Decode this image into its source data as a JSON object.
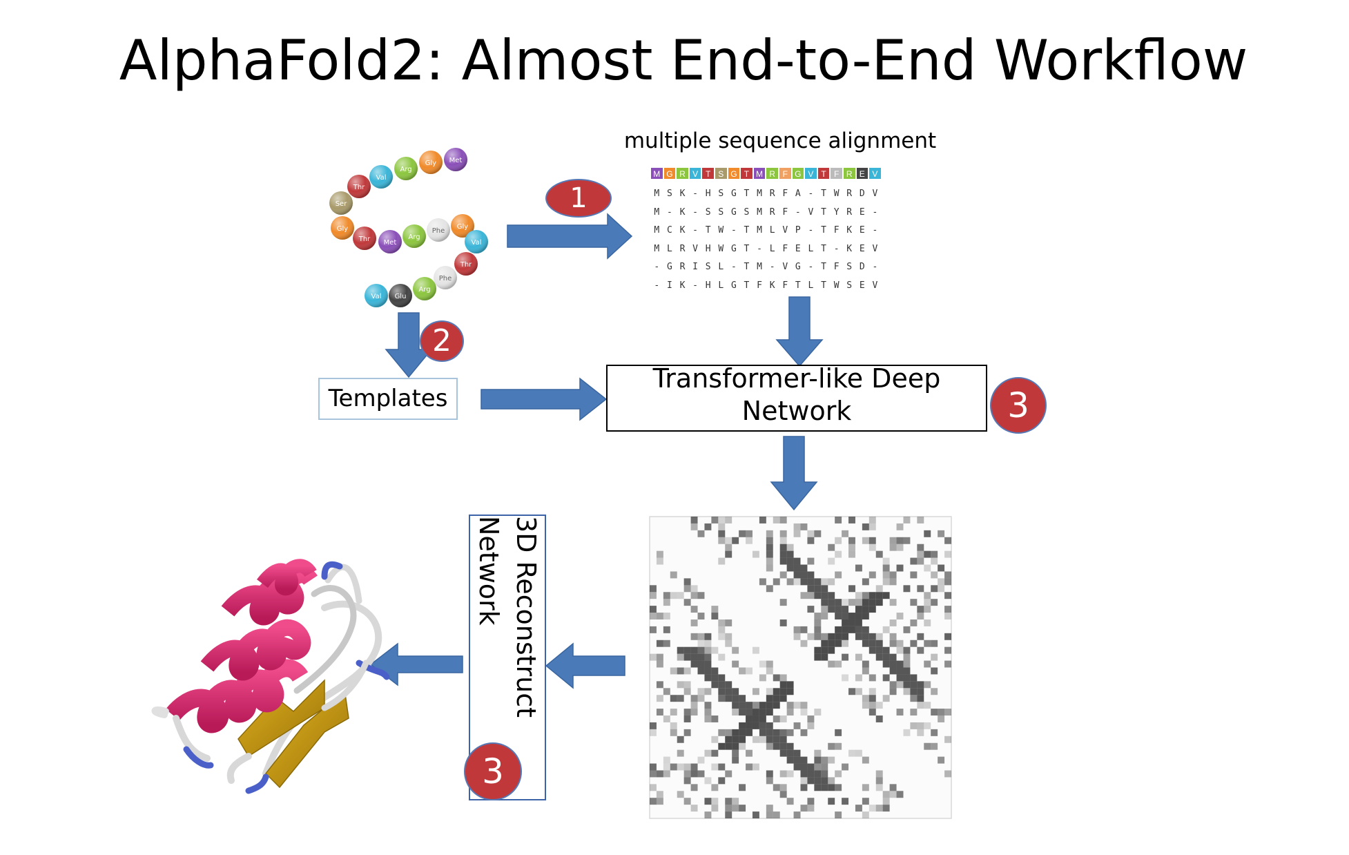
{
  "title": "AlphaFold2: Almost End-to-End Workflow",
  "msa": {
    "label": "multiple sequence alignment",
    "header": [
      "M",
      "G",
      "R",
      "V",
      "T",
      "S",
      "G",
      "T",
      "M",
      "R",
      "F",
      "G",
      "V",
      "T",
      "F",
      "R",
      "E",
      "V"
    ],
    "header_colors": [
      "#8a4fb8",
      "#f08a2a",
      "#8cc63f",
      "#3ab5d8",
      "#c0383a",
      "#a89a6a",
      "#f08a2a",
      "#c0383a",
      "#8a4fb8",
      "#8cc63f",
      "#f0a060",
      "#8cc63f",
      "#3ab5d8",
      "#c0383a",
      "#bbbbbb",
      "#8cc63f",
      "#444444",
      "#3ab5d8"
    ],
    "rows": [
      [
        "M",
        "S",
        "K",
        "-",
        "H",
        "S",
        "G",
        "T",
        "M",
        "R",
        "F",
        "A",
        "-",
        "T",
        "W",
        "R",
        "D",
        "V"
      ],
      [
        "M",
        "-",
        "K",
        "-",
        "S",
        "S",
        "G",
        "S",
        "M",
        "R",
        "F",
        "-",
        "V",
        "T",
        "Y",
        "R",
        "E",
        "-"
      ],
      [
        "M",
        "C",
        "K",
        "-",
        "T",
        "W",
        "-",
        "T",
        "M",
        "L",
        "V",
        "P",
        "-",
        "T",
        "F",
        "K",
        "E",
        "-"
      ],
      [
        "M",
        "L",
        "R",
        "V",
        "H",
        "W",
        "G",
        "T",
        "-",
        "L",
        "F",
        "E",
        "L",
        "T",
        "-",
        "K",
        "E",
        "V"
      ],
      [
        "-",
        "G",
        "R",
        "I",
        "S",
        "L",
        "-",
        "T",
        "M",
        "-",
        "V",
        "G",
        "-",
        "T",
        "F",
        "S",
        "D",
        "-"
      ],
      [
        "-",
        "I",
        "K",
        "-",
        "H",
        "L",
        "G",
        "T",
        "F",
        "K",
        "F",
        "T",
        "L",
        "T",
        "W",
        "S",
        "E",
        "V"
      ]
    ]
  },
  "residue_chain": [
    {
      "label": "Met",
      "color": "#8a4fb8"
    },
    {
      "label": "Gly",
      "color": "#f08a2a"
    },
    {
      "label": "Arg",
      "color": "#8cc63f"
    },
    {
      "label": "Val",
      "color": "#3ab5d8"
    },
    {
      "label": "Thr",
      "color": "#c0383a"
    },
    {
      "label": "Ser",
      "color": "#a89a6a"
    },
    {
      "label": "Gly",
      "color": "#f08a2a"
    },
    {
      "label": "Thr",
      "color": "#c0383a"
    },
    {
      "label": "Met",
      "color": "#8a4fb8"
    },
    {
      "label": "Arg",
      "color": "#8cc63f"
    },
    {
      "label": "Phe",
      "color": "#e4e4e4"
    },
    {
      "label": "Gly",
      "color": "#f08a2a"
    },
    {
      "label": "Val",
      "color": "#3ab5d8"
    },
    {
      "label": "Thr",
      "color": "#c0383a"
    },
    {
      "label": "Phe",
      "color": "#e4e4e4"
    },
    {
      "label": "Arg",
      "color": "#8cc63f"
    },
    {
      "label": "Glu",
      "color": "#444444"
    },
    {
      "label": "Val",
      "color": "#3ab5d8"
    }
  ],
  "templates_label": "Templates",
  "transformer_label_line1": "Transformer-like Deep",
  "transformer_label_line2": "Network",
  "reconstruct_label_line1": "3D Reconstruct",
  "reconstruct_label_line2": "Network",
  "steps": {
    "msa": "1",
    "templates": "2",
    "transformer": "3",
    "reconstruct": "3"
  },
  "colors": {
    "arrow": "#4a7ab8",
    "badge": "#c0383a",
    "badge_border": "#5678b4",
    "helix": "#e0286e",
    "strand": "#c89a10",
    "loop": "#d8d8d8",
    "loop_end": "#4a60c8"
  }
}
